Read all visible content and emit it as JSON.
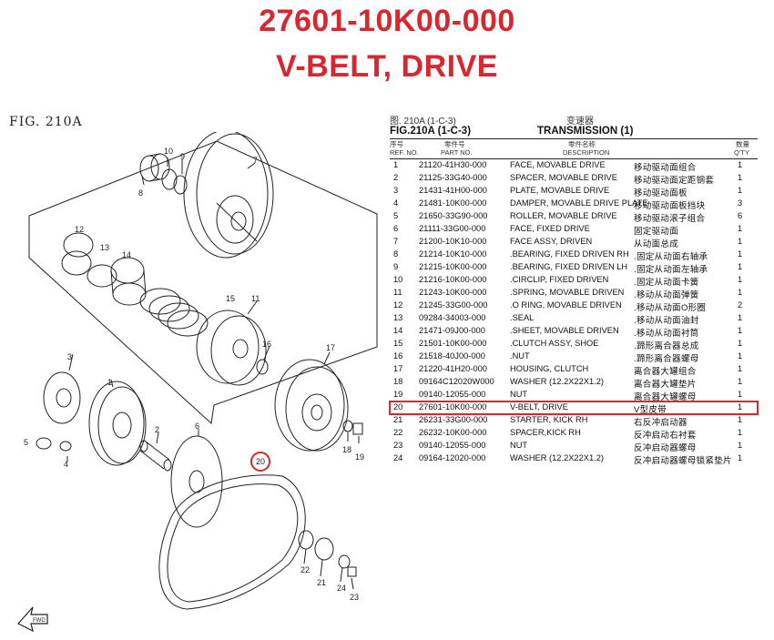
{
  "header": {
    "part_number": "27601-10K00-000",
    "part_name": "V-BELT, DRIVE"
  },
  "figure": {
    "label": "FIG. 210A",
    "callouts": [
      "1",
      "2",
      "3",
      "4",
      "5",
      "6",
      "7",
      "8",
      "9",
      "10",
      "11",
      "12",
      "13",
      "14",
      "15",
      "16",
      "17",
      "18",
      "19",
      "20",
      "21",
      "22",
      "23",
      "24"
    ],
    "direction_label": "FWD"
  },
  "table": {
    "fig_ref_cn": "图. 210A (1-C-3)",
    "section_cn": "变速器",
    "fig_ref": "FIG.210A (1-C-3)",
    "section": "TRANSMISSION (1)",
    "columns": {
      "ref_cn": "序号",
      "ref": "REF. NO.",
      "part_cn": "零件号",
      "part": "PART NO.",
      "desc_cn": "零件名称",
      "desc": "DESCRIPTION",
      "qty_cn": "数量",
      "qty": "Q'TY"
    },
    "rows": [
      {
        "ref": "1",
        "part": "21120-41H30-000",
        "desc": "FACE, MOVABLE DRIVE",
        "cn": "移动驱动面组合",
        "qty": "1"
      },
      {
        "ref": "2",
        "part": "21125-33G40-000",
        "desc": "SPACER, MOVABLE DRIVE",
        "cn": "移动驱动面定距钢套",
        "qty": "1"
      },
      {
        "ref": "3",
        "part": "21431-41H00-000",
        "desc": "PLATE, MOVABLE DRIVE",
        "cn": "移动驱动面板",
        "qty": "1"
      },
      {
        "ref": "4",
        "part": "21481-10K00-000",
        "desc": "DAMPER, MOVABLE DRIVE PLATE",
        "cn": "移动驱动面板挡块",
        "qty": "3"
      },
      {
        "ref": "5",
        "part": "21650-33G90-000",
        "desc": "ROLLER, MOVABLE DRIVE",
        "cn": "移动驱动滚子组合",
        "qty": "6"
      },
      {
        "ref": "6",
        "part": "21111-33G00-000",
        "desc": "FACE, FIXED DRIVE",
        "cn": "固定驱动面",
        "qty": "1"
      },
      {
        "ref": "7",
        "part": "21200-10K10-000",
        "desc": "FACE ASSY, DRIVEN",
        "cn": "从动面总成",
        "qty": "1"
      },
      {
        "ref": "8",
        "part": "21214-10K10-000",
        "desc": ".BEARING, FIXED DRIVEN RH",
        "cn": ".固定从动面右轴承",
        "qty": "1"
      },
      {
        "ref": "9",
        "part": "21215-10K00-000",
        "desc": ".BEARING, FIXED DRIVEN LH",
        "cn": ".固定从动面左轴承",
        "qty": "1"
      },
      {
        "ref": "10",
        "part": "21216-10K00-000",
        "desc": ".CIRCLIP, FIXED DRIVEN",
        "cn": ".固定从动面卡簧",
        "qty": "1"
      },
      {
        "ref": "11",
        "part": "21243-10K00-000",
        "desc": ".SPRING, MOVABLE DRIVEN",
        "cn": ".移动从动面弹簧",
        "qty": "1"
      },
      {
        "ref": "12",
        "part": "21245-33G00-000",
        "desc": ".O RING, MOVABLE DRIVEN",
        "cn": ".移动从动面O形圈",
        "qty": "2"
      },
      {
        "ref": "13",
        "part": "09284-34003-000",
        "desc": ".SEAL",
        "cn": ".移动从动面油封",
        "qty": "1"
      },
      {
        "ref": "14",
        "part": "21471-09J00-000",
        "desc": ".SHEET, MOVABLE DRIVEN",
        "cn": ".移动从动面衬筒",
        "qty": "1"
      },
      {
        "ref": "15",
        "part": "21501-10K00-000",
        "desc": ".CLUTCH ASSY, SHOE",
        "cn": ".蹄形离合器总成",
        "qty": "1"
      },
      {
        "ref": "16",
        "part": "21518-40J00-000",
        "desc": ".NUT",
        "cn": ".蹄形离合器螺母",
        "qty": "1"
      },
      {
        "ref": "17",
        "part": "21220-41H20-000",
        "desc": "HOUSING, CLUTCH",
        "cn": "离合器大罐组合",
        "qty": "1"
      },
      {
        "ref": "18",
        "part": "09164C12020W000",
        "desc": "WASHER (12.2X22X1.2)",
        "cn": "离合器大罐垫片",
        "qty": "1"
      },
      {
        "ref": "19",
        "part": "09140-12055-000",
        "desc": "NUT",
        "cn": "离合器大罐螺母",
        "qty": "1"
      },
      {
        "ref": "20",
        "part": "27601-10K00-000",
        "desc": "V-BELT, DRIVE",
        "cn": "V型皮带",
        "qty": "1"
      },
      {
        "ref": "21",
        "part": "26231-33G00-000",
        "desc": "STARTER, KICK RH",
        "cn": "右反冲启动器",
        "qty": "1"
      },
      {
        "ref": "22",
        "part": "26232-10K00-000",
        "desc": "SPACER,KICK RH",
        "cn": "反冲启动右衬套",
        "qty": "1"
      },
      {
        "ref": "23",
        "part": "09140-12055-000",
        "desc": "NUT",
        "cn": "反冲启动器螺母",
        "qty": "1"
      },
      {
        "ref": "24",
        "part": "09164-12020-000",
        "desc": "WASHER (12.2X22X1.2)",
        "cn": "反冲启动器螺母锁紧垫片",
        "qty": "1"
      }
    ]
  },
  "colors": {
    "accent": "#d7272f",
    "line": "#222222"
  },
  "icons": {
    "direction": "fwd-arrow-icon",
    "highlight": "callout-circle-icon"
  }
}
